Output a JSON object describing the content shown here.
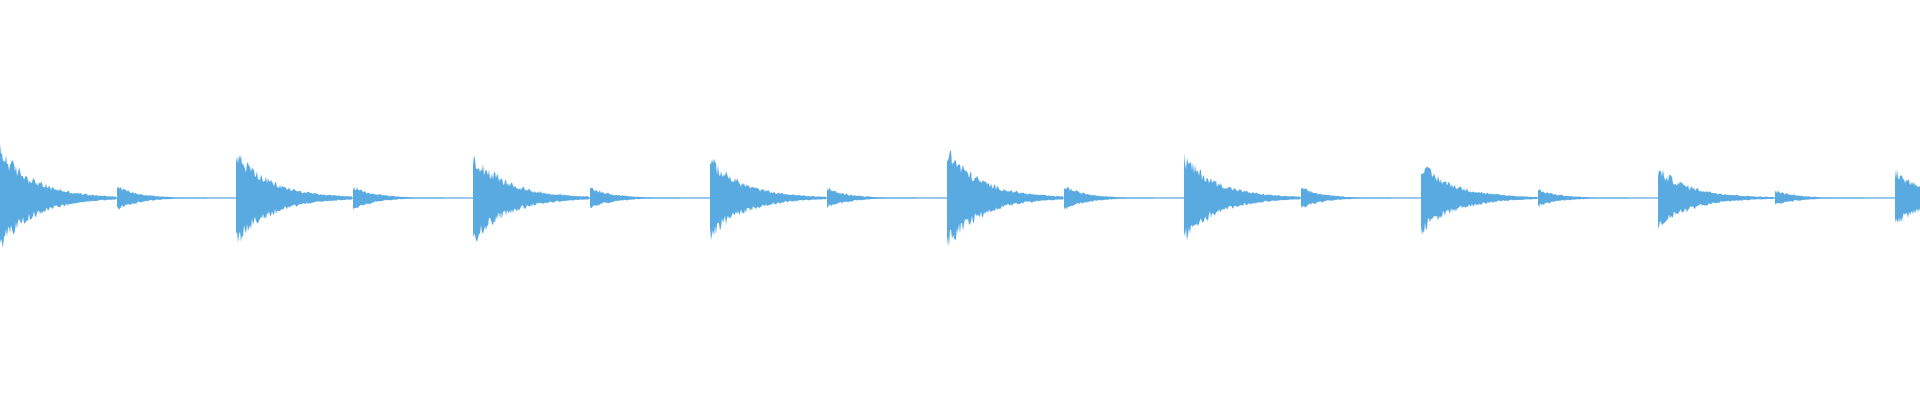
{
  "waveform": {
    "color": "#5aaae2",
    "background": "#ffffff",
    "clips": [
      {
        "level": 1.0
      },
      {
        "level": 0.95
      },
      {
        "level": 0.9
      },
      {
        "level": 0.8
      },
      {
        "level": 1.0
      },
      {
        "level": 0.85
      },
      {
        "level": 0.7
      },
      {
        "level": 0.6
      },
      {
        "level": 0.55
      }
    ]
  }
}
